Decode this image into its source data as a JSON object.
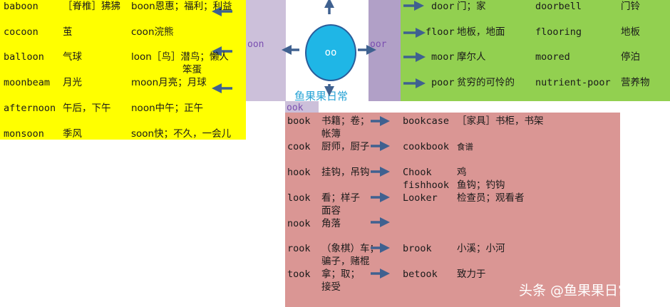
{
  "center": {
    "label": "oo",
    "title": "鱼果果日常"
  },
  "sections": {
    "oon": "oon",
    "oor": "oor",
    "ook": "ook"
  },
  "left": {
    "rows": [
      {
        "word": "baboon",
        "meaning": "［脊椎］狒狒",
        "root": "boon恩惠；福利；利益"
      },
      {
        "word": "cocoon",
        "meaning": "茧",
        "root": "coon浣熊"
      },
      {
        "word": "balloon",
        "meaning": "气球",
        "root": "loon［鸟］潜鸟；懒人",
        "root2": "笨蛋"
      },
      {
        "word": "moonbeam",
        "meaning": "月光",
        "root": "moon月亮；月球"
      },
      {
        "word": "afternoon",
        "meaning": "午后，下午",
        "root": "noon中午；正午"
      },
      {
        "word": "monsoon",
        "meaning": "季风",
        "root": "soon快；不久，一会儿"
      }
    ]
  },
  "right": {
    "rows": [
      {
        "word": "door",
        "meaning": "门；家",
        "word2": "doorbell",
        "meaning2": "门铃"
      },
      {
        "word": "floor",
        "meaning": "地板，地面",
        "word2": "flooring",
        "meaning2": "地板"
      },
      {
        "word": "moor",
        "meaning": "摩尔人",
        "word2": "moored",
        "meaning2": "停泊"
      },
      {
        "word": "poor",
        "meaning": "贫穷的可怜的",
        "word2": "nutrient-poor",
        "meaning2": "营养物"
      }
    ]
  },
  "bottom": {
    "rows": [
      {
        "word": "book",
        "meaning": "书籍；卷；",
        "meaning_b": "帐簿",
        "word2": "bookcase",
        "meaning2": "［家具］书柜，书架"
      },
      {
        "word": "cook",
        "meaning": "厨师，厨子",
        "meaning_b": "",
        "word2": "cookbook",
        "meaning2": "食谱"
      },
      {
        "word": "hook",
        "meaning": "挂钩，吊钩",
        "meaning_b": "",
        "word2": "Chook",
        "meaning2": "鸡",
        "word3": "fishhook",
        "meaning3": "鱼钩；钓钩"
      },
      {
        "word": "look",
        "meaning": "看；样子",
        "meaning_b": "面容",
        "word2": "Looker",
        "meaning2": "检查员；观看者"
      },
      {
        "word": "nook",
        "meaning": "角落",
        "meaning_b": "",
        "word2": "",
        "meaning2": ""
      },
      {
        "word": "rook",
        "meaning": "（象棋）车；",
        "meaning_b": "骗子，赌棍",
        "word2": "brook",
        "meaning2": "小溪；小河"
      },
      {
        "word": "took",
        "meaning": "拿；取；",
        "meaning_b": "接受",
        "word2": "betook",
        "meaning2": "致力于"
      }
    ]
  },
  "watermark": "头条 @鱼果果日常",
  "colors": {
    "yellow": "#ffff00",
    "green": "#92d050",
    "pink": "#da9694",
    "lavender": "#ccc0da",
    "purple": "#b1a0c7",
    "circle": "#1fb6e6",
    "arrow": "#3f6190"
  }
}
